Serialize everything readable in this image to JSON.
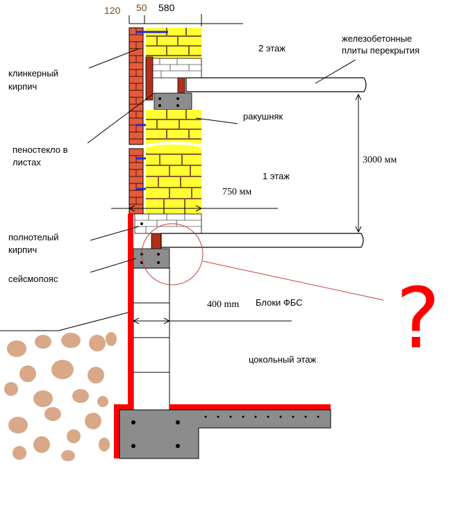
{
  "dimensions": {
    "d120": "120",
    "d50": "50",
    "d580": "580",
    "height_3000": "3000 мм",
    "width_750": "750 мм",
    "width_400": "400 mm"
  },
  "labels": {
    "floor2": "2 этаж",
    "slabs_line1": "железобетонные",
    "slabs_line2": "плиты перекрытия",
    "clinker_line1": "клинкерный",
    "clinker_line2": "кирпич",
    "shell_rock": "ракушняк",
    "foamglass_line1": "пеностекло в",
    "foamglass_line2": "листах",
    "floor1": "1 этаж",
    "solid_brick_line1": "полнотелый",
    "solid_brick_line2": "кирпич",
    "seismic_belt": "сейсмопояс",
    "fbs_blocks": "Блоки ФБС",
    "basement": "цокольный этаж",
    "question": "?"
  },
  "colors": {
    "clinker": "#e55a3a",
    "shell_rock": "#ffff33",
    "mortar": "#8a5a2a",
    "anchor": "#1f2ad6",
    "concrete": "#8c8c8c",
    "waterproofing": "#ff0000",
    "soil": "#d8a888",
    "question": "#ff0000"
  }
}
